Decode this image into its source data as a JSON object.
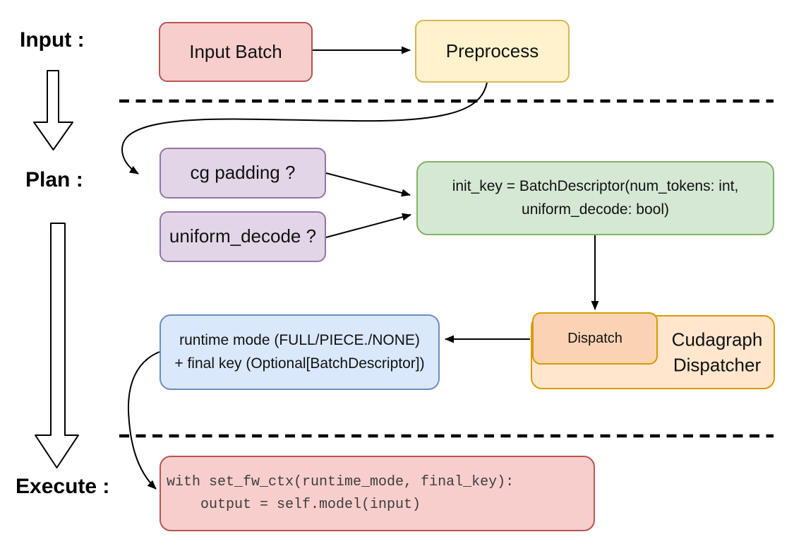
{
  "stages": {
    "input": {
      "label": "Input :"
    },
    "plan": {
      "label": "Plan :"
    },
    "execute": {
      "label": "Execute :"
    }
  },
  "nodes": {
    "input_batch": {
      "label": "Input Batch",
      "fill": "#f8cecc",
      "stroke": "#b85450"
    },
    "preprocess": {
      "label": "Preprocess",
      "fill": "#fff2cc",
      "stroke": "#d6b656"
    },
    "cg_padding": {
      "label": "cg padding ?",
      "fill": "#e1d5e7",
      "stroke": "#9673a6"
    },
    "uniform_decode": {
      "label": "uniform_decode ?",
      "fill": "#e1d5e7",
      "stroke": "#9673a6"
    },
    "init_key": {
      "line1": "init_key = BatchDescriptor(num_tokens: int,",
      "line2": "uniform_decode: bool)",
      "fill": "#d5e8d4",
      "stroke": "#82b366"
    },
    "dispatch": {
      "label": "Dispatch",
      "fill": "#fbd3b4",
      "stroke": "#d79b00"
    },
    "cudagraph_dispatcher": {
      "label": "Cudagraph Dispatcher",
      "fill": "#ffe6cc",
      "stroke": "#d79b00"
    },
    "runtime_result": {
      "line1": "runtime mode (FULL/PIECE./NONE)",
      "line2": "+ final key (Optional[BatchDescriptor])",
      "fill": "#dae8fc",
      "stroke": "#6c8ebf"
    },
    "execute_code": {
      "line1": "with set_fw_ctx(runtime_mode, final_key):",
      "line2": "    output = self.model(input)",
      "fill": "#f8cecc",
      "stroke": "#b85450"
    }
  },
  "line_color": "#000000"
}
